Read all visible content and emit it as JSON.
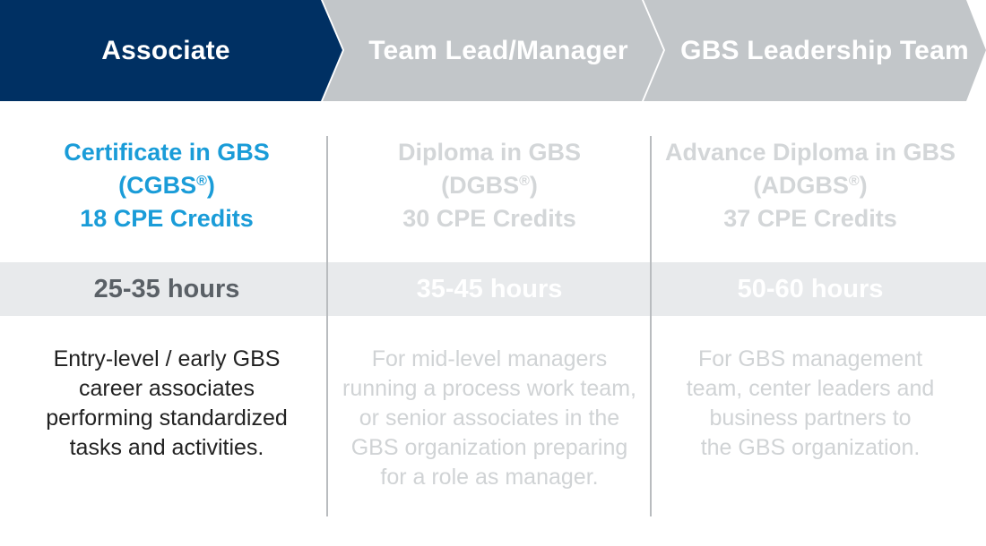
{
  "levels": [
    {
      "header": "Associate",
      "cert_name": "Certificate in GBS",
      "cert_code": "(CGBS",
      "cert_mark": "®",
      "cert_close": ")",
      "credits": "18 CPE Credits",
      "hours": "25-35 hours",
      "description": [
        "Entry-level / early GBS",
        "career associates",
        "performing standardized",
        "tasks and activities."
      ],
      "active": true
    },
    {
      "header": "Team Lead/Manager",
      "cert_name": "Diploma in GBS",
      "cert_code": "(DGBS",
      "cert_mark": "®",
      "cert_close": ")",
      "credits": "30 CPE Credits",
      "hours": "35-45 hours",
      "description": [
        "For mid-level managers",
        "running a process work team,",
        "or senior associates in the",
        "GBS organization preparing",
        "for a role as manager."
      ],
      "active": false
    },
    {
      "header": "GBS Leadership Team",
      "cert_name": "Advance Diploma in GBS",
      "cert_code": "(ADGBS",
      "cert_mark": "®",
      "cert_close": ")",
      "credits": "37 CPE Credits",
      "hours": "50-60 hours",
      "description": [
        "For GBS management",
        "team, center leaders and",
        "business partners to",
        "the GBS organization."
      ],
      "active": false
    }
  ],
  "colors": {
    "active_header": "#003063",
    "inactive_header": "#c2c6c9",
    "active_cert": "#1a9cd8",
    "band": "#e8eaec"
  }
}
